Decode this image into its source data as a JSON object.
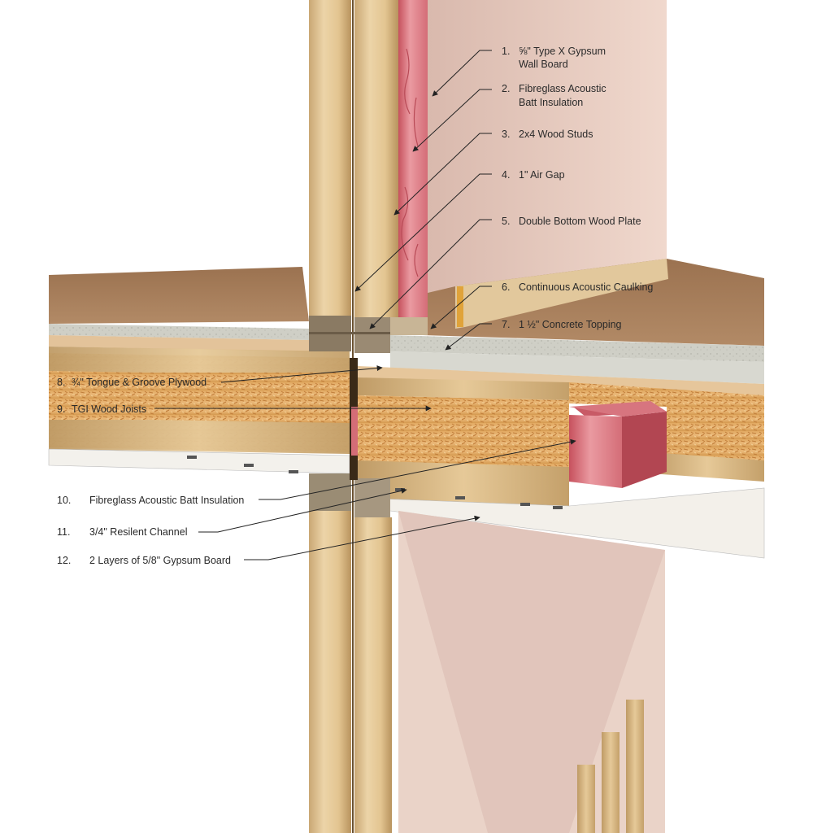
{
  "colors": {
    "background": "#ffffff",
    "stud_wood": "#e2c79a",
    "osb": "#dba55c",
    "insulation_pink": "#e88e95",
    "gypsum": "#ecd0c3",
    "concrete": "#cfcfc8",
    "plywood_top": "#a8805c",
    "leader": "#222222"
  },
  "callouts": [
    {
      "num": "1.",
      "text": "⅝\" Type X Gypsum",
      "text2": "Wall Board"
    },
    {
      "num": "2.",
      "text": "Fibreglass Acoustic",
      "text2": "Batt Insulation"
    },
    {
      "num": "3.",
      "text": "2x4 Wood Studs",
      "text2": ""
    },
    {
      "num": "4.",
      "text": "1\" Air Gap",
      "text2": ""
    },
    {
      "num": "5.",
      "text": "Double Bottom Wood Plate",
      "text2": ""
    },
    {
      "num": "6.",
      "text": "Continuous Acoustic Caulking",
      "text2": ""
    },
    {
      "num": "7.",
      "text": "1 ½\" Concrete Topping",
      "text2": ""
    },
    {
      "num": "8.",
      "text": "¾\" Tongue & Groove Plywood",
      "text2": ""
    },
    {
      "num": "9.",
      "text": "TGI Wood Joists",
      "text2": ""
    },
    {
      "num": "10.",
      "text": "Fibreglass Acoustic Batt Insulation",
      "text2": ""
    },
    {
      "num": "11.",
      "text": "3/4\" Resilent Channel",
      "text2": ""
    },
    {
      "num": "12.",
      "text": "2 Layers of 5/8\" Gypsum Board",
      "text2": ""
    }
  ]
}
